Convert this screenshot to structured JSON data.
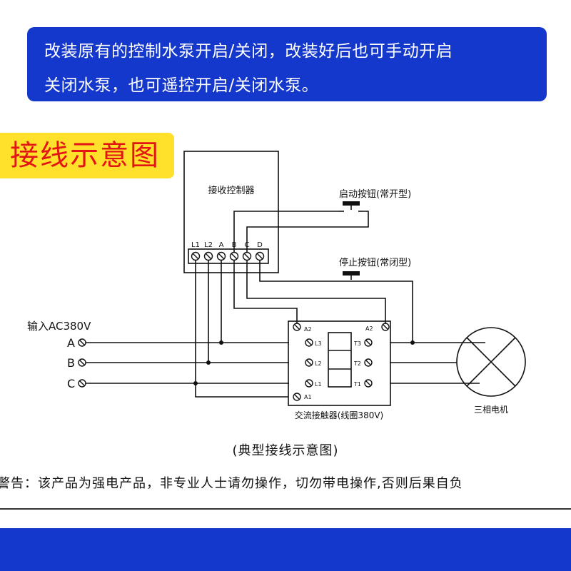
{
  "banner": {
    "line1": "改装原有的控制水泵开启/关闭，改装好后也可手动开启",
    "line2": "关闭水泵，也可遥控开启/关闭水泵。"
  },
  "section_title": "接线示意图",
  "diagram": {
    "receiver_label": "接收控制器",
    "terminals": [
      "L1",
      "L2",
      "A",
      "B",
      "C",
      "D"
    ],
    "start_button_label": "启动按钮(常开型)",
    "stop_button_label": "停止按钮(常闭型)",
    "input_label": "输入AC380V",
    "phases": [
      "A",
      "B",
      "C"
    ],
    "contactor": {
      "left_coil_top": "A2",
      "right_top": "A2",
      "left_terminals": [
        "L3",
        "L2",
        "L1"
      ],
      "right_terminals": [
        "T3",
        "T2",
        "T1"
      ],
      "left_coil_bottom": "A1",
      "label": "交流接触器(线圈380V)"
    },
    "motor_label": "三相电机"
  },
  "caption": "(典型接线示意图)",
  "warning": "警告：该产品为强电产品，非专业人士请勿操作，切勿带电操作,否则后果自负",
  "colors": {
    "banner_blue": "#1538cc",
    "title_yellow": "#ffe12b",
    "title_red": "#e21414"
  }
}
